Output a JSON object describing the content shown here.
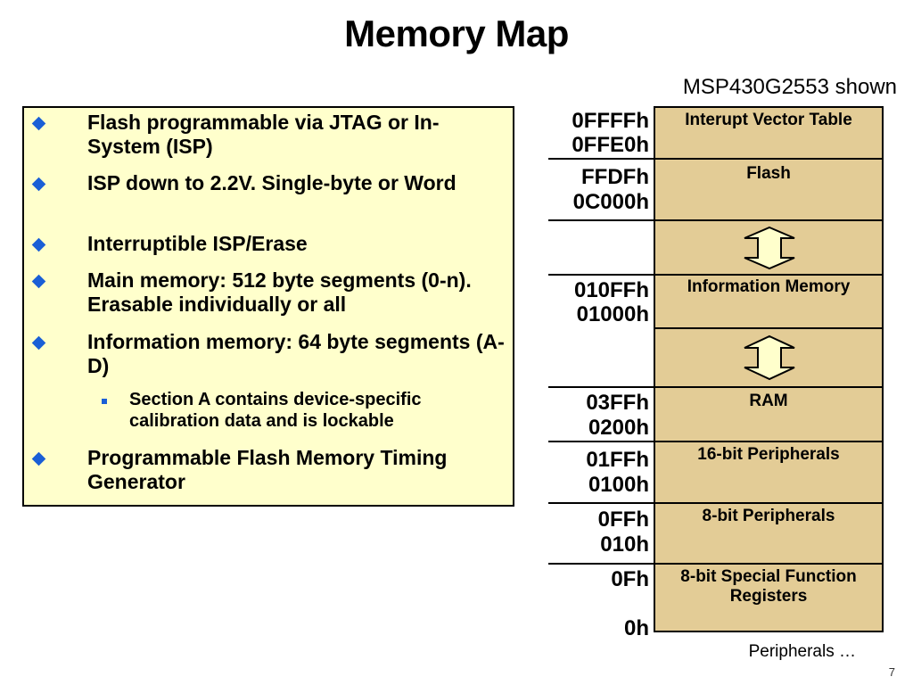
{
  "slide": {
    "title": "Memory Map",
    "subtitle": "MSP430G2553 shown",
    "footer": "Peripherals …",
    "page_number": "7"
  },
  "bullets": {
    "items": [
      {
        "text": "Flash programmable via JTAG or In-System (ISP)",
        "level": 1
      },
      {
        "text": "ISP down to 2.2V. Single-byte or Word",
        "level": 1
      },
      {
        "text": "Interruptible ISP/Erase",
        "level": 1
      },
      {
        "text": "Main memory: 512 byte segments (0-n). Erasable individually or all",
        "level": 1
      },
      {
        "text": "Information memory: 64 byte segments (A-D)",
        "level": 1
      },
      {
        "text": "Section A contains device-specific calibration data and is lockable",
        "level": 2
      },
      {
        "text": "Programmable Flash Memory Timing Generator",
        "level": 1
      }
    ]
  },
  "memory_map": {
    "regions": [
      {
        "label": "Interupt Vector Table",
        "addr_high": "0FFFFh",
        "addr_low": "0FFE0h"
      },
      {
        "label": "Flash",
        "addr_high": "FFDFh",
        "addr_low": "0C000h"
      },
      {
        "label": "",
        "addr_high": "",
        "addr_low": "",
        "arrow": true
      },
      {
        "label": "Information Memory",
        "addr_high": "010FFh",
        "addr_low": "01000h"
      },
      {
        "label": "",
        "addr_high": "",
        "addr_low": "",
        "arrow": true
      },
      {
        "label": "RAM",
        "addr_high": "03FFh",
        "addr_low": "0200h"
      },
      {
        "label": "16-bit Peripherals",
        "addr_high": "01FFh",
        "addr_low": "0100h"
      },
      {
        "label": "8-bit Peripherals",
        "addr_high": "0FFh",
        "addr_low": "010h"
      },
      {
        "label": "8-bit Special Function Registers",
        "addr_high": "0Fh",
        "addr_low": "0h"
      }
    ]
  },
  "colors": {
    "bullet_box": "#ffffcc",
    "bullet_marker": "#1a5fd6",
    "map_fill": "#e3cc96"
  }
}
